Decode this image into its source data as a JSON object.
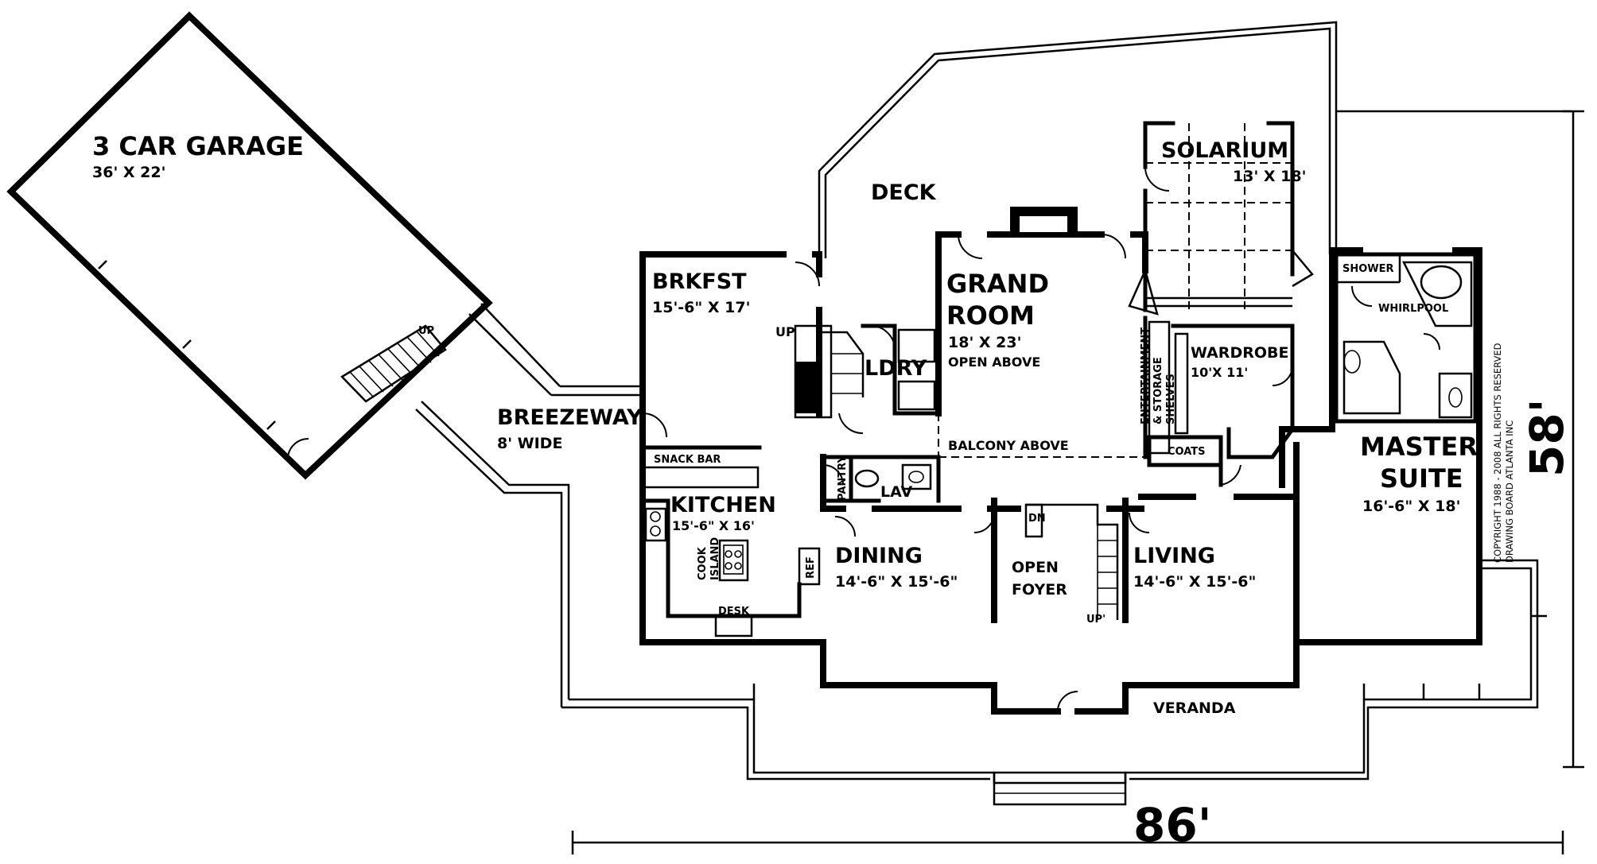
{
  "rooms": {
    "garage": {
      "name": "3 CAR GARAGE",
      "size": "36' X 22'"
    },
    "breezeway": {
      "name": "BREEZEWAY",
      "size": "8' WIDE"
    },
    "deck": {
      "name": "DECK"
    },
    "brkfst": {
      "name": "BRKFST",
      "size": "15'-6\" X 17'"
    },
    "ldry": {
      "name": "LDRY"
    },
    "grand_room": {
      "name_line1": "GRAND",
      "name_line2": "ROOM",
      "size": "18' X 23'",
      "note": "OPEN ABOVE"
    },
    "solarium": {
      "name": "SOLARIUM",
      "size": "13' X 18'"
    },
    "wardrobe": {
      "name": "WARDROBE",
      "size": "10'X 11'"
    },
    "master": {
      "name_line1": "MASTER",
      "name_line2": "SUITE",
      "size": "16'-6\" X 18'"
    },
    "kitchen": {
      "name": "KITCHEN",
      "size": "15'-6\" X 16'"
    },
    "dining": {
      "name": "DINING",
      "size": "14'-6\" X 15'-6\""
    },
    "foyer": {
      "name_line1": "OPEN",
      "name_line2": "FOYER"
    },
    "living": {
      "name": "LIVING",
      "size": "14'-6\" X 15'-6\""
    },
    "veranda": {
      "name": "VERANDA"
    },
    "lav": {
      "name": "LAV"
    }
  },
  "labels": {
    "snack_bar": "SNACK BAR",
    "desk": "DESK",
    "cook_line1": "COOK",
    "cook_line2": "ISLAND",
    "ref": "REF",
    "pantry": "PANTRY",
    "balcony": "BALCONY ABOVE",
    "coats": "COATS",
    "shower": "SHOWER",
    "whirlpool": "WHIRLPOOL",
    "shelves_line1": "ENTERTAINMENT",
    "shelves_line2": "& STORAGE",
    "shelves_line3": "SHELVES",
    "up": "UP",
    "up_foyer": "UP'",
    "dn": "DN"
  },
  "dimensions": {
    "width": "86'",
    "depth": "58'"
  },
  "copyright": {
    "line1": "COPYRIGHT 1988 - 2008 ALL RIGHTS RESERVED",
    "line2": "DRAWING BOARD ATLANTA INC"
  }
}
